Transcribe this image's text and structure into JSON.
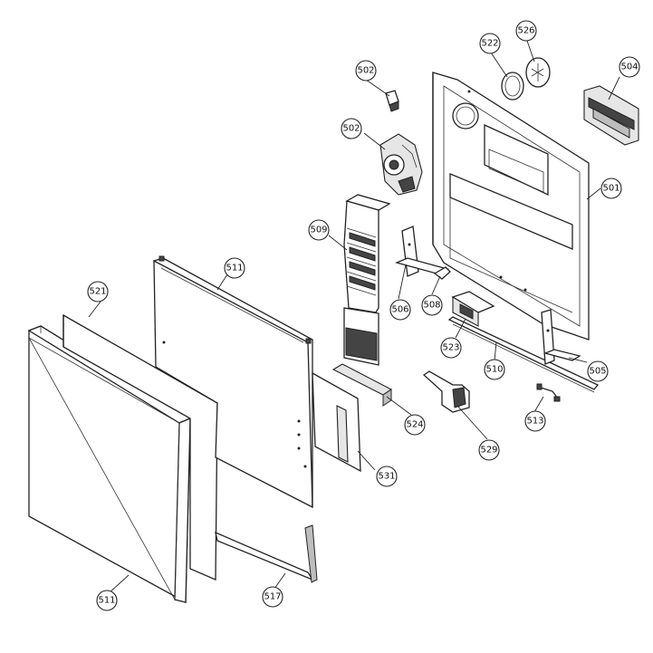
{
  "diagram": {
    "callouts": [
      {
        "id": "502a",
        "label": "502"
      },
      {
        "id": "502b",
        "label": "502"
      },
      {
        "id": "522",
        "label": "522"
      },
      {
        "id": "526",
        "label": "526"
      },
      {
        "id": "504",
        "label": "504"
      },
      {
        "id": "501",
        "label": "501"
      },
      {
        "id": "509",
        "label": "509"
      },
      {
        "id": "511a",
        "label": "511"
      },
      {
        "id": "521",
        "label": "521"
      },
      {
        "id": "506",
        "label": "506"
      },
      {
        "id": "508",
        "label": "508"
      },
      {
        "id": "523",
        "label": "523"
      },
      {
        "id": "510",
        "label": "510"
      },
      {
        "id": "505",
        "label": "505"
      },
      {
        "id": "524",
        "label": "524"
      },
      {
        "id": "513",
        "label": "513"
      },
      {
        "id": "529",
        "label": "529"
      },
      {
        "id": "531",
        "label": "531"
      },
      {
        "id": "511b",
        "label": "511"
      },
      {
        "id": "517",
        "label": "517"
      }
    ]
  }
}
